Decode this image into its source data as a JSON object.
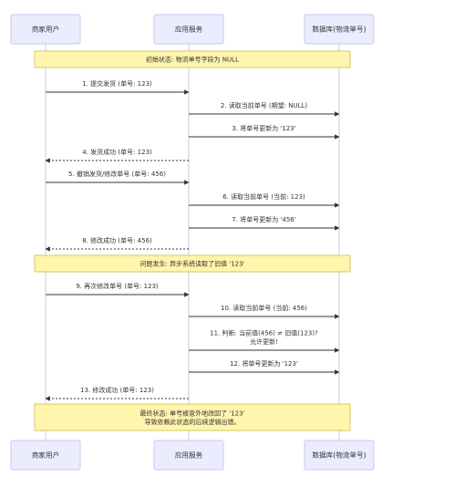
{
  "participants": [
    {
      "id": "merchant",
      "label": "商家用户"
    },
    {
      "id": "app",
      "label": "应用服务"
    },
    {
      "id": "db",
      "label": "数据库(物流单号)"
    }
  ],
  "notes": [
    {
      "lines": [
        "初始状态: 物流单号字段为 NULL"
      ]
    },
    {
      "lines": [
        "问题发生: 异步系统读取了旧值 '123'"
      ]
    },
    {
      "lines": [
        "最终状态: 单号被意外地改回了 '123'",
        "导致依赖此状态的后续逻辑出错。"
      ]
    }
  ],
  "messages": [
    {
      "from": "merchant",
      "to": "app",
      "style": "solid",
      "lines": [
        "1. 提交发货 (单号: 123)"
      ]
    },
    {
      "from": "app",
      "to": "db",
      "style": "solid",
      "lines": [
        "2. 读取当前单号 (期望: NULL)"
      ]
    },
    {
      "from": "app",
      "to": "db",
      "style": "solid",
      "lines": [
        "3. 将单号更新为 '123'"
      ]
    },
    {
      "from": "app",
      "to": "merchant",
      "style": "dotted",
      "lines": [
        "4. 发货成功 (单号: 123)"
      ]
    },
    {
      "from": "merchant",
      "to": "app",
      "style": "solid",
      "lines": [
        "5. 撤销发货/修改单号 (单号: 456)"
      ]
    },
    {
      "from": "app",
      "to": "db",
      "style": "solid",
      "lines": [
        "6. 读取当前单号 (当前: 123)"
      ]
    },
    {
      "from": "app",
      "to": "db",
      "style": "solid",
      "lines": [
        "7. 将单号更新为 '456'"
      ]
    },
    {
      "from": "app",
      "to": "merchant",
      "style": "dotted",
      "lines": [
        "8. 修改成功 (单号: 456)"
      ]
    },
    {
      "from": "merchant",
      "to": "app",
      "style": "solid",
      "lines": [
        "9. 再次修改单号 (单号: 123)"
      ]
    },
    {
      "from": "app",
      "to": "db",
      "style": "solid",
      "lines": [
        "10. 读取当前单号 (当前: 456)"
      ]
    },
    {
      "from": "app",
      "to": "db",
      "style": "solid",
      "lines": [
        "11. 判断: 当前值(456) ≠ 旧值(123)?",
        "允许更新!"
      ]
    },
    {
      "from": "app",
      "to": "db",
      "style": "solid",
      "lines": [
        "12. 将单号更新为 '123'"
      ]
    },
    {
      "from": "app",
      "to": "merchant",
      "style": "dotted",
      "lines": [
        "13. 修改成功 (单号: 123)"
      ]
    }
  ],
  "colors": {
    "actor_fill": "#ECECFF",
    "actor_stroke": "#C8C8EE",
    "note_fill": "#FFF5AD",
    "note_stroke": "#D9C95F",
    "line": "#333333",
    "lifeline": "#C9C9E8"
  }
}
